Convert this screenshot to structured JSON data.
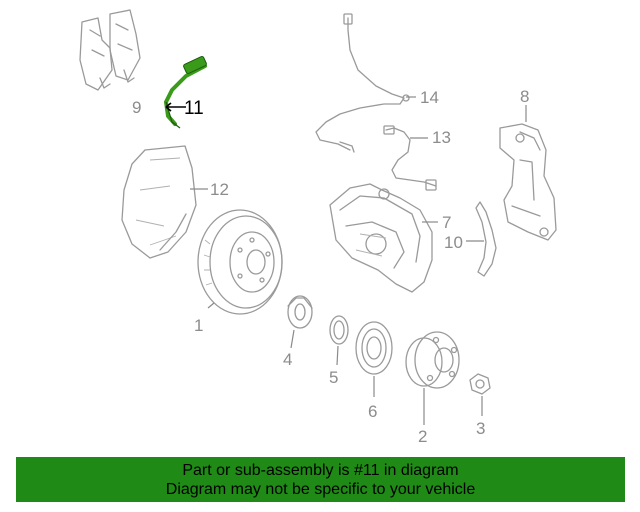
{
  "diagram": {
    "highlighted_part": "11",
    "highlight_color": "#3a9a1a",
    "callouts": {
      "p1": "1",
      "p2": "2",
      "p3": "3",
      "p4": "4",
      "p5": "5",
      "p6": "6",
      "p7": "7",
      "p8": "8",
      "p9": "9",
      "p10": "10",
      "p11": "11",
      "p12": "12",
      "p13": "13",
      "p14": "14"
    }
  },
  "banner": {
    "line1": "Part or sub-assembly is #11 in diagram",
    "line2": "Diagram may not be specific to your vehicle",
    "background_color": "#1f8a16"
  }
}
